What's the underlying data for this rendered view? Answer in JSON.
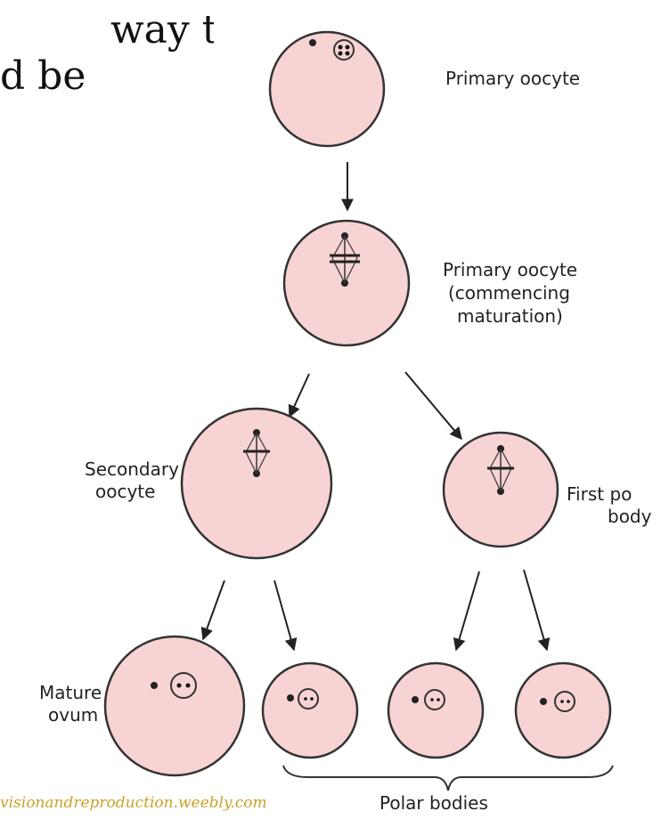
{
  "slide_text": {
    "line1": "way that",
    "line2": "d be"
  },
  "labels": {
    "primary_oocyte": "Primary oocyte",
    "commencing": [
      "Primary oocyte",
      "(commencing",
      "maturation)"
    ],
    "secondary": [
      "Secondary",
      "oocyte"
    ],
    "first_polar": [
      "First po",
      "body"
    ],
    "mature": [
      "Mature",
      "ovum"
    ],
    "polar_bodies": "Polar bodies"
  },
  "source": "visionandreproduction.weebly.com",
  "colors": {
    "cell_fill": "#f7d3d3",
    "cell_stroke": "#333333",
    "source_text": "#c9a227"
  }
}
